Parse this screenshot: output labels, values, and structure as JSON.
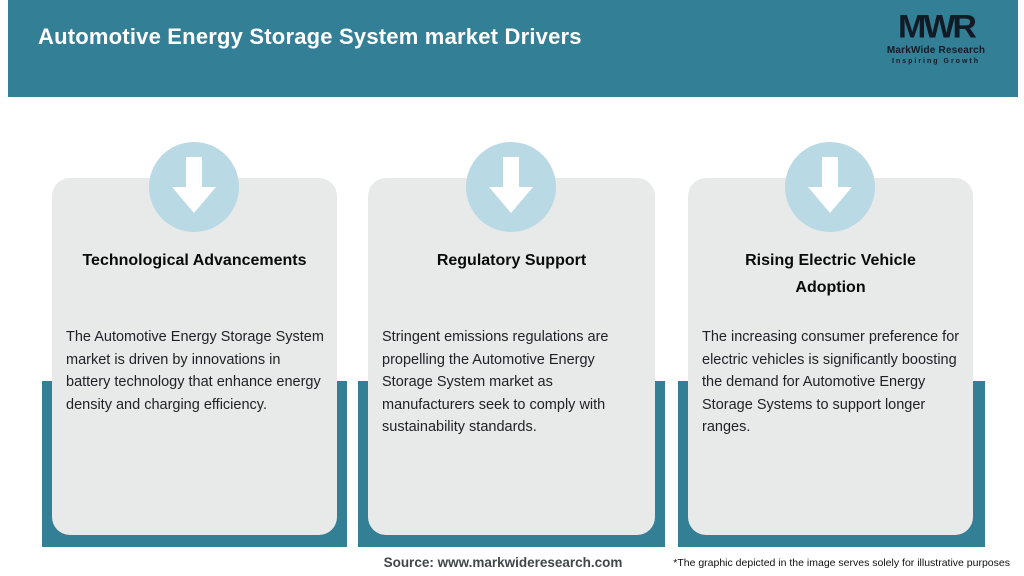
{
  "header": {
    "title": "Automotive Energy Storage System market Drivers",
    "bg_color": "#337F96",
    "text_color": "#FFFFFF",
    "logo": {
      "acronym": "MWR",
      "name": "MarkWide Research",
      "tagline": "Inspiring Growth",
      "color": "#111B26"
    }
  },
  "cards": [
    {
      "icon": "arrow-down-icon",
      "title": "Technological Advancements",
      "body": "The Automotive Energy Storage System market is driven by innovations in battery technology that enhance energy density and charging efficiency."
    },
    {
      "icon": "arrow-down-icon",
      "title": "Regulatory Support",
      "body": "Stringent emissions regulations are propelling the Automotive Energy Storage System market as manufacturers seek to comply with sustainability standards."
    },
    {
      "icon": "arrow-down-icon",
      "title": "Rising Electric Vehicle Adoption",
      "body": "The increasing consumer preference for electric vehicles is significantly boosting the demand for Automotive Energy Storage Systems to support longer ranges."
    }
  ],
  "footer": {
    "source": "Source: www.markwideresearch.com",
    "disclaimer": "*The graphic depicted in the image serves solely for illustrative purposes"
  },
  "colors": {
    "teal": "#337F96",
    "card_bg": "#E8EAEA",
    "circle_blue": "#B9D9E5",
    "arrow": "#FFFFFF"
  }
}
